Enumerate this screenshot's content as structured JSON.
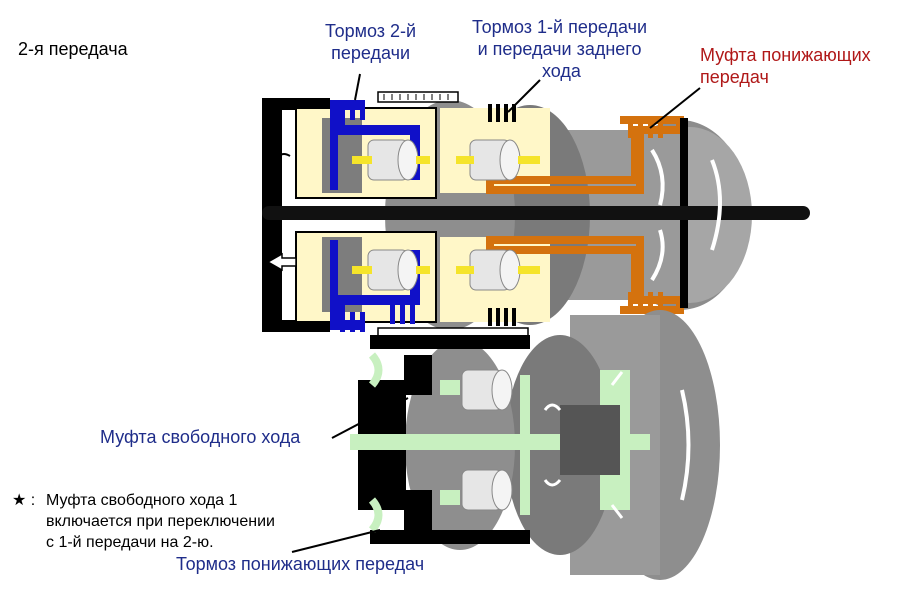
{
  "title": "2-я передача",
  "labels": {
    "brake2": [
      "Тормоз 2-й",
      "передачи"
    ],
    "brake1": [
      "Тормоз 1-й передачи",
      "и передачи заднего",
      "хода"
    ],
    "clutch_low": [
      "Муфта понижающих",
      "передач"
    ],
    "freewheel": "Муфта свободного хода",
    "brake_low": "Тормоз понижающих передач"
  },
  "note": {
    "symbol": "★ :",
    "lines": [
      "Муфта свободного хода 1",
      "включается при переключении",
      "с 1-й передачи на 2-ю."
    ]
  },
  "colors": {
    "navy_text": "#1f2d8a",
    "blue_text": "#1a1acc",
    "red_text": "#b01818",
    "blue_part": "#1010c8",
    "orange_part": "#d4720e",
    "cream_part": "#fff7c8",
    "green_part": "#c8f0c0",
    "yellow_shaft": "#f5e42a"
  }
}
